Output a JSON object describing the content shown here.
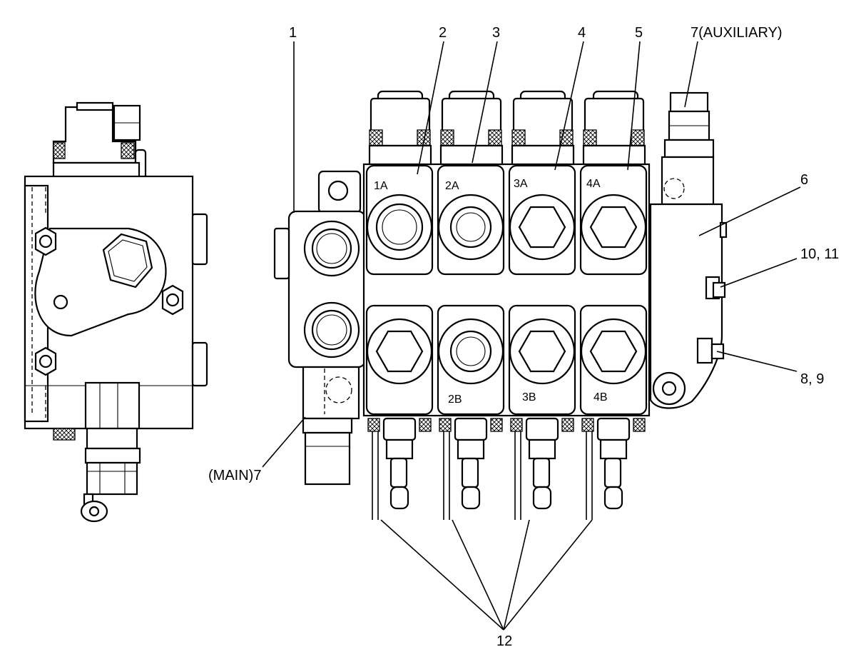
{
  "callouts": {
    "c1": "1",
    "c2": "2",
    "c3": "3",
    "c4": "4",
    "c5": "5",
    "c6": "6",
    "c7_aux": "7(AUXILIARY)",
    "c7_main": "(MAIN)7",
    "c8_9": "8, 9",
    "c10_11": "10, 11",
    "c12": "12"
  },
  "ports": {
    "p1a": "1A",
    "p2a": "2A",
    "p3a": "3A",
    "p4a": "4A",
    "p2b": "2B",
    "p3b": "3B",
    "p4b": "4B"
  }
}
